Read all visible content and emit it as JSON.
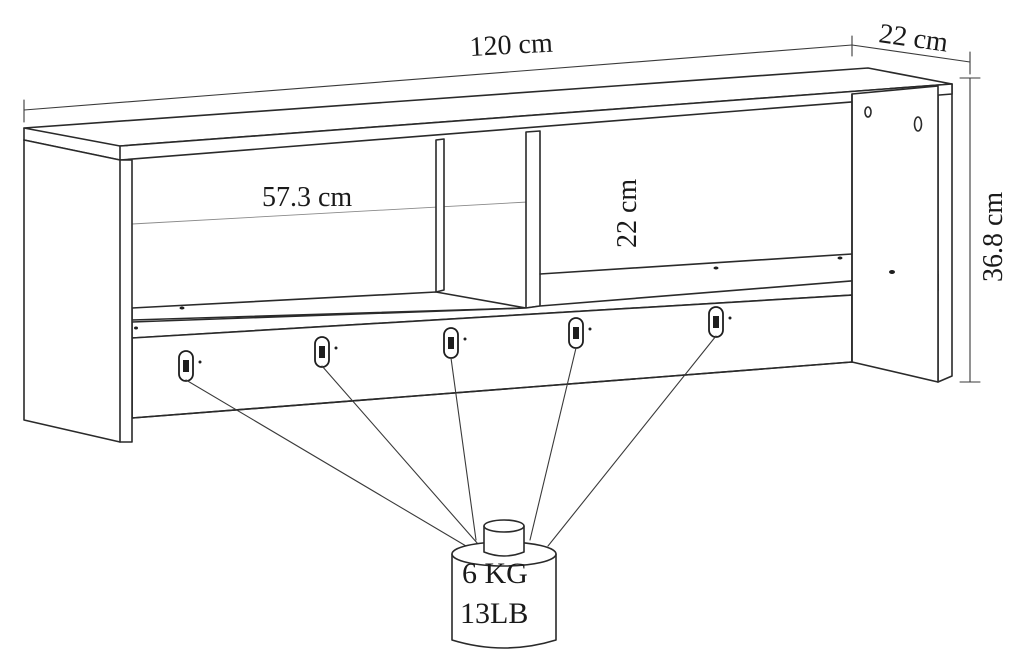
{
  "dimensions": {
    "width": "120 cm",
    "depth": "22 cm",
    "height": "36.8 cm",
    "compartment_width": "57.3 cm",
    "compartment_height": "22 cm"
  },
  "weight_label": {
    "line1": "6 KG",
    "line2": "13LB"
  },
  "hooks": [
    {
      "name": "hook-1"
    },
    {
      "name": "hook-2"
    },
    {
      "name": "hook-3"
    },
    {
      "name": "hook-4"
    },
    {
      "name": "hook-5"
    }
  ]
}
